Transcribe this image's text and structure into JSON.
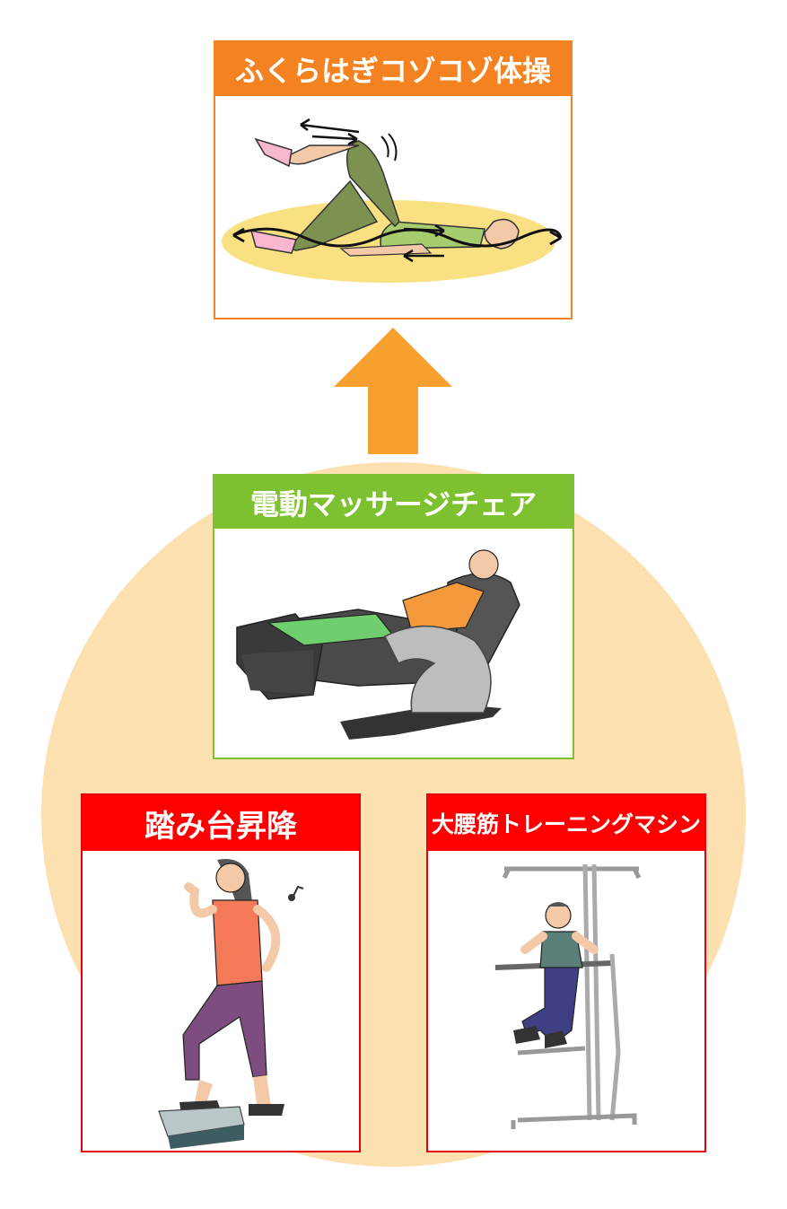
{
  "cards": {
    "top": {
      "title": "ふくらはぎコゾコゾ体操"
    },
    "middle": {
      "title": "電動マッサージチェア"
    },
    "left": {
      "title": "踏み台昇降"
    },
    "right": {
      "title": "大腰筋トレーニングマシン"
    }
  },
  "colors": {
    "background_circle": "#fde0b0",
    "top_card_accent": "#f58220",
    "middle_card_accent": "#7dc030",
    "bottom_card_accent": "#ff0000",
    "arrow": "#f7a030"
  },
  "icons": {
    "arrow": "up-arrow-icon",
    "top": "leg-exercise-illustration",
    "middle": "massage-chair-illustration",
    "left": "step-exercise-illustration",
    "right": "training-machine-illustration"
  }
}
